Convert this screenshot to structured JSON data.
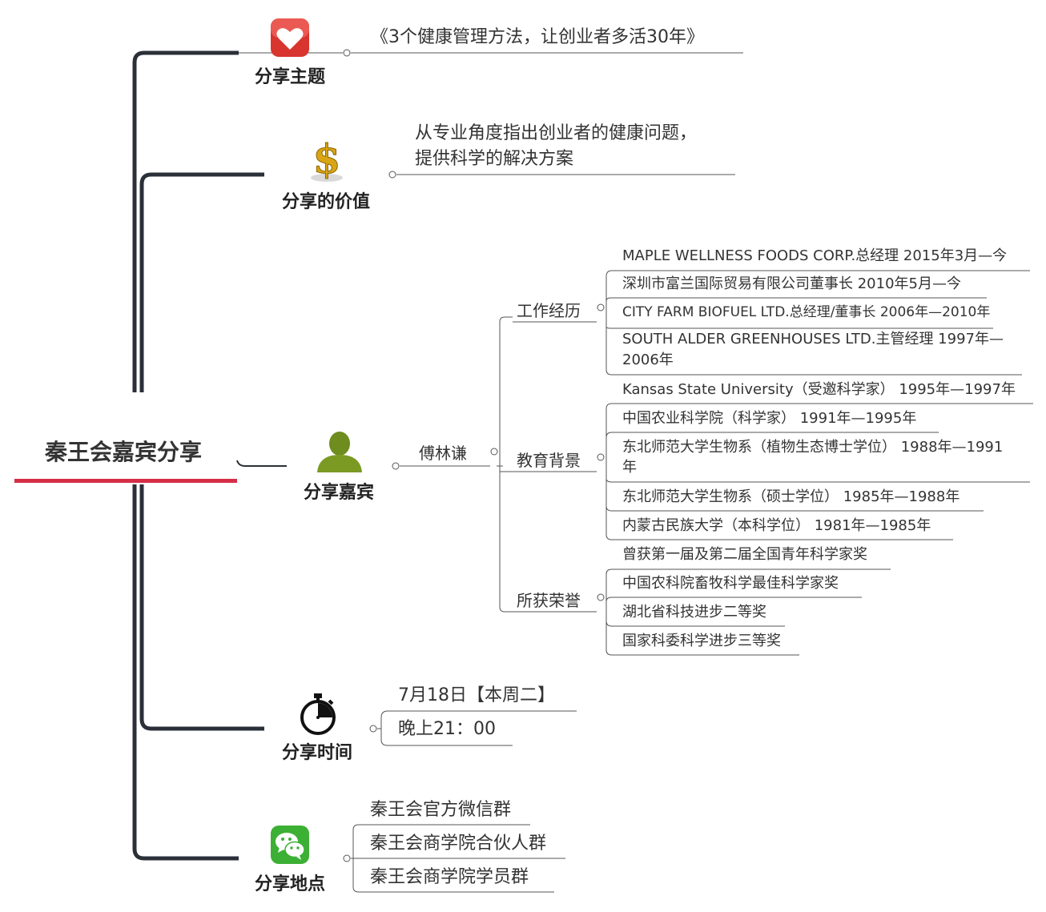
{
  "root": {
    "title": "秦王会嘉宾分享"
  },
  "colors": {
    "accent": "#d62e47",
    "trunk": "#2b2f38",
    "thin_line": "#555555"
  },
  "branches": {
    "topic": {
      "label": "分享主题",
      "icon": "heart-icon",
      "leaves": [
        "《3个健康管理方法，让创业者多活30年》"
      ]
    },
    "value": {
      "label": "分享的价值",
      "icon": "dollar-icon",
      "leaves": [
        "从专业角度指出创业者的健康问题，",
        "提供科学的解决方案"
      ]
    },
    "guest": {
      "label": "分享嘉宾",
      "icon": "person-icon",
      "name": "傅林谦",
      "work": {
        "label": "工作经历",
        "items": [
          "MAPLE WELLNESS FOODS CORP.总经理 2015年3月—今",
          "深圳市富兰国际贸易有限公司董事长 2010年5月—今",
          "CITY FARM BIOFUEL LTD.总经理/董事长 2006年—2010年",
          "SOUTH ALDER GREENHOUSES LTD.主管经理 1997年—",
          "2006年"
        ]
      },
      "education": {
        "label": "教育背景",
        "items": [
          "Kansas State University（受邀科学家） 1995年—1997年",
          "中国农业科学院（科学家） 1991年—1995年",
          "东北师范大学生物系（植物生态博士学位） 1988年—1991",
          "年",
          "东北师范大学生物系（硕士学位） 1985年—1988年",
          "内蒙古民族大学（本科学位） 1981年—1985年"
        ]
      },
      "honors": {
        "label": "所获荣誉",
        "items": [
          "曾获第一届及第二届全国青年科学家奖",
          "中国农科院畜牧科学最佳科学家奖",
          "湖北省科技进步二等奖",
          "国家科委科学进步三等奖"
        ]
      }
    },
    "time": {
      "label": "分享时间",
      "icon": "stopwatch-icon",
      "leaves": [
        "7月18日【本周二】",
        "晚上21：00"
      ]
    },
    "place": {
      "label": "分享地点",
      "icon": "wechat-icon",
      "leaves": [
        "秦王会官方微信群",
        "秦王会商学院合伙人群",
        "秦王会商学院学员群"
      ]
    }
  }
}
